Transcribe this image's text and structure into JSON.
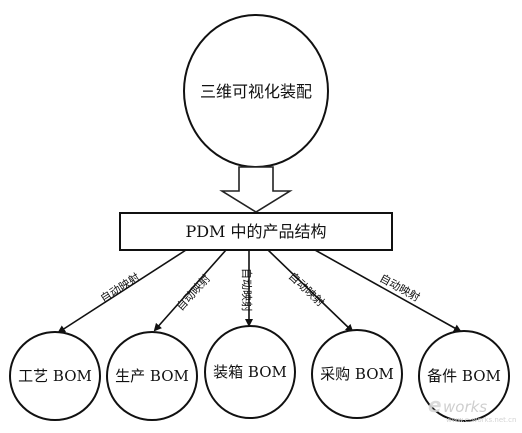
{
  "top_node": {
    "label": "三维可视化装配"
  },
  "center_bar": {
    "label": "PDM 中的产品结构"
  },
  "edge_label": "自动映射",
  "bottom_nodes": [
    {
      "label": "工艺 BOM"
    },
    {
      "label": "生产 BOM"
    },
    {
      "label": "装箱 BOM"
    },
    {
      "label": "采购 BOM"
    },
    {
      "label": "备件 BOM"
    }
  ],
  "watermark": {
    "brand_e": "e",
    "brand_rest": "works",
    "url": "www.e-works.net.cn"
  }
}
